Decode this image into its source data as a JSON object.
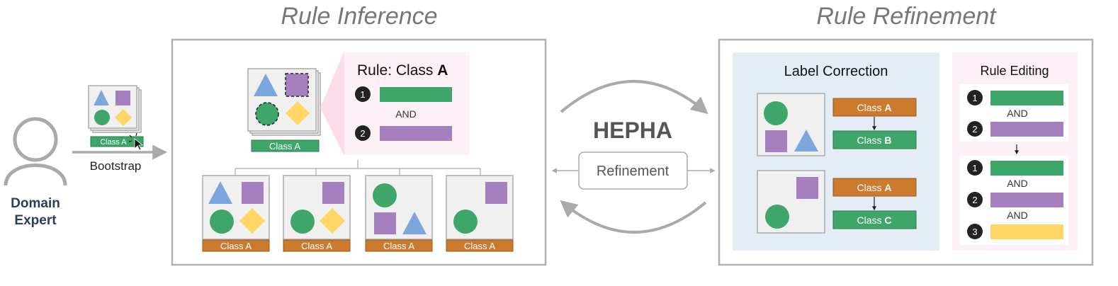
{
  "titles": {
    "inference": "Rule Inference",
    "refinement": "Rule Refinement"
  },
  "expert": {
    "line1": "Domain",
    "line2": "Expert",
    "bootstrap": "Bootstrap",
    "class_tag": "Class A"
  },
  "inference": {
    "rule_prefix": "Rule: Class ",
    "rule_class": "A",
    "cond1_num": "1",
    "and_label": "AND",
    "cond2_num": "2",
    "main_tag": "Class A",
    "child_tags": [
      "Class A",
      "Class A",
      "Class A",
      "Class A"
    ]
  },
  "center": {
    "name": "HEPHA",
    "refinement": "Refinement"
  },
  "label_correction": {
    "title": "Label Correction",
    "row1": {
      "from_prefix": "Class ",
      "from_class": "A",
      "to_prefix": "Class ",
      "to_class": "B"
    },
    "row2": {
      "from_prefix": "Class ",
      "from_class": "A",
      "to_prefix": "Class ",
      "to_class": "C"
    }
  },
  "rule_editing": {
    "title": "Rule Editing",
    "before": {
      "n1": "1",
      "and1": "AND",
      "n2": "2"
    },
    "after": {
      "n1": "1",
      "and1": "AND",
      "n2": "2",
      "and2": "AND",
      "n3": "3"
    }
  },
  "colors": {
    "green": "#3fa66a",
    "purple": "#a67fbe",
    "blue": "#7ea6de",
    "yellow": "#fdd666",
    "orange": "#cc7a2e",
    "tag_green": "#3fa66a",
    "grey_border": "#aaaaaa",
    "pink_bg": "#fdf0f6",
    "blue_bg": "#e4ecf6"
  }
}
